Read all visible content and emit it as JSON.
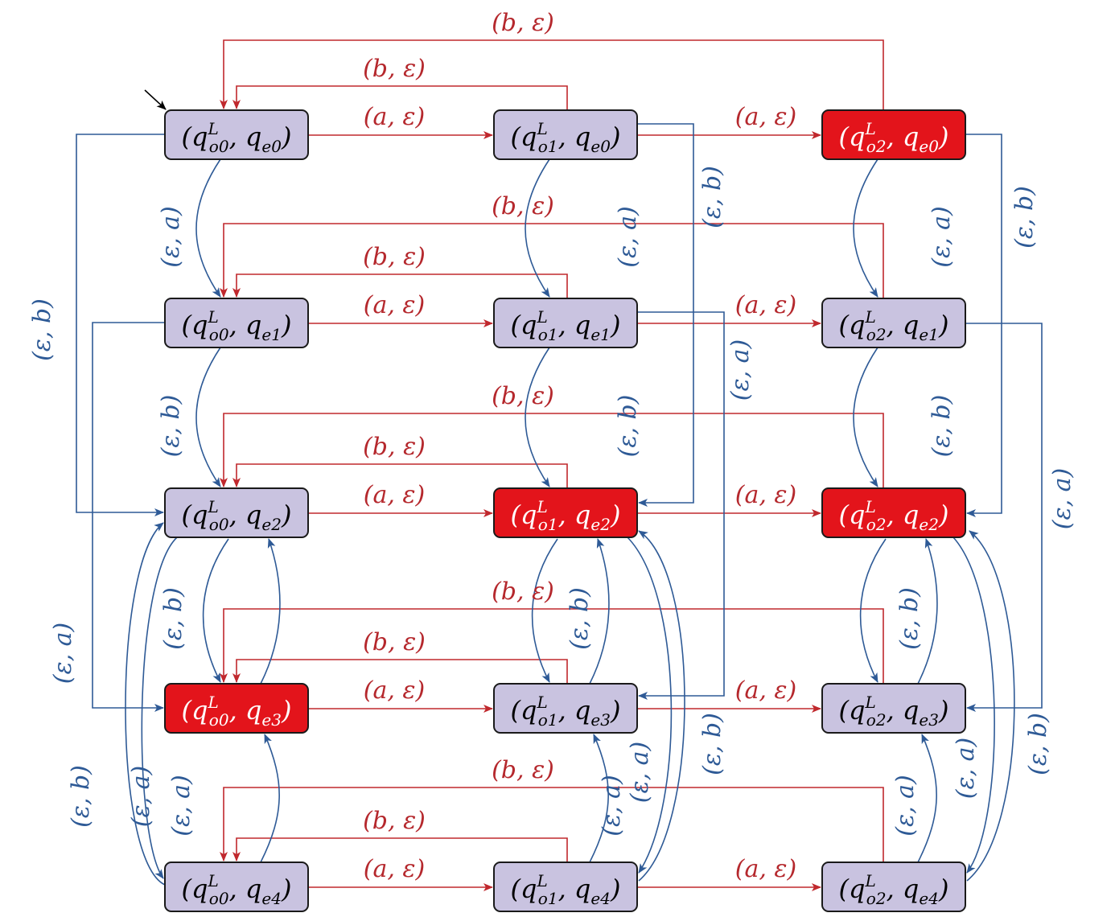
{
  "colors": {
    "normal_fill": "#c9c3e0",
    "bad_fill": "#e3141b",
    "red_edge": "#c0282d",
    "blue_edge": "#2e5a96"
  },
  "states": [
    {
      "o": "o0",
      "e": "e0",
      "bad": false,
      "initial": true
    },
    {
      "o": "o1",
      "e": "e0",
      "bad": false
    },
    {
      "o": "o2",
      "e": "e0",
      "bad": true
    },
    {
      "o": "o0",
      "e": "e1",
      "bad": false
    },
    {
      "o": "o1",
      "e": "e1",
      "bad": false
    },
    {
      "o": "o2",
      "e": "e1",
      "bad": false
    },
    {
      "o": "o0",
      "e": "e2",
      "bad": false
    },
    {
      "o": "o1",
      "e": "e2",
      "bad": true
    },
    {
      "o": "o2",
      "e": "e2",
      "bad": true
    },
    {
      "o": "o0",
      "e": "e3",
      "bad": true
    },
    {
      "o": "o1",
      "e": "e3",
      "bad": false
    },
    {
      "o": "o2",
      "e": "e3",
      "bad": false
    },
    {
      "o": "o0",
      "e": "e4",
      "bad": false
    },
    {
      "o": "o1",
      "e": "e4",
      "bad": false
    },
    {
      "o": "o2",
      "e": "e4",
      "bad": false
    }
  ],
  "state_text": {
    "q": "q",
    "sup": "L",
    "sub_e_prefix": "e"
  },
  "labels": {
    "a_eps": "(a, ε)",
    "b_eps": "(b, ε)",
    "eps_a": "(ε, a)",
    "eps_b": "(ε, b)"
  }
}
